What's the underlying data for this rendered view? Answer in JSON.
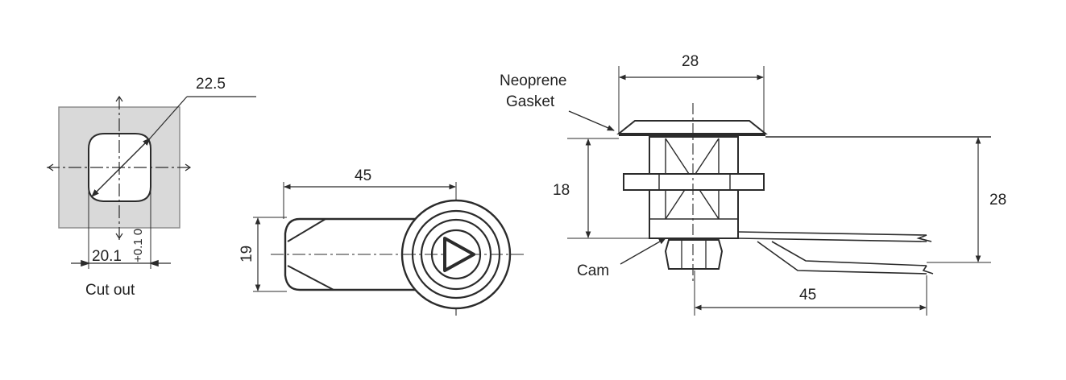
{
  "cutout": {
    "dim_diagonal": "22.5",
    "dim_width": "20.1",
    "tolerance": "+0.1 0",
    "caption": "Cut out"
  },
  "cam_top_view": {
    "dim_length": "45",
    "dim_width": "19"
  },
  "side_view": {
    "label_gasket_line1": "Neoprene",
    "label_gasket_line2": "Gasket",
    "label_cam": "Cam",
    "dim_top_width": "28",
    "dim_body_height": "18",
    "dim_total_height": "28",
    "dim_cam_length": "45"
  },
  "colors": {
    "line": "#2b2b2b",
    "panel_fill": "#d9d9d9",
    "text": "#222222"
  }
}
